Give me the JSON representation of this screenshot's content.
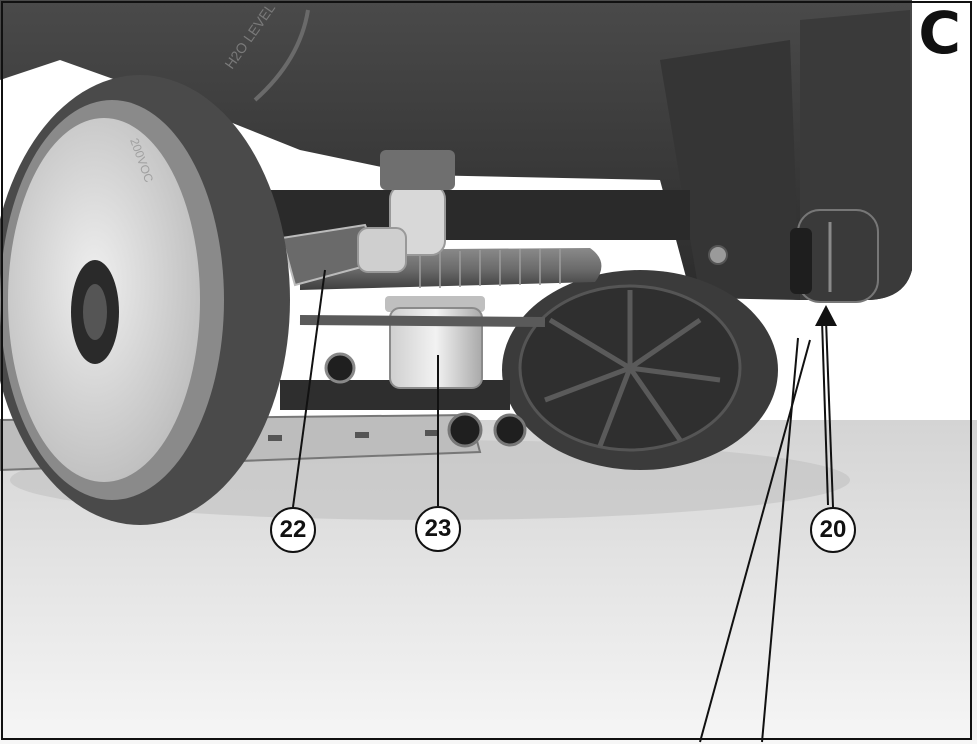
{
  "panel_label": "C",
  "callouts": {
    "c22": "22",
    "c23": "23",
    "c20": "20"
  },
  "embossed_text": {
    "tank_marking": "H2O LEVEL",
    "wheel_marking": "200VOC"
  },
  "colors": {
    "background": "#ffffff",
    "tank": "#3d3d3d",
    "wheel_tire": "#4a4a4a",
    "wheel_hub": "#d9d9d9",
    "floor": "#e6e6e6",
    "line": "#111111"
  }
}
